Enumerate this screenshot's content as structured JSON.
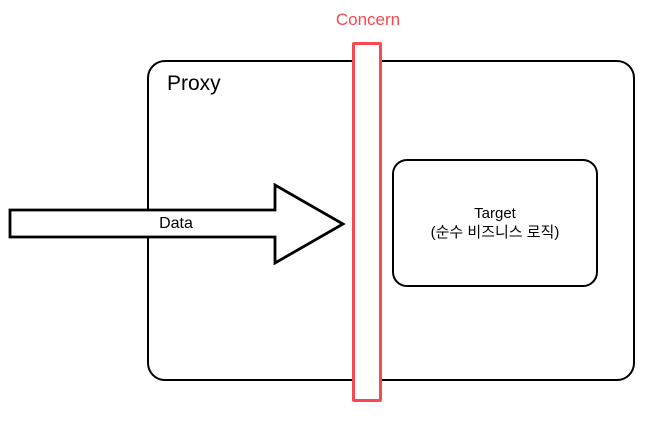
{
  "labels": {
    "concern": "Concern",
    "proxy": "Proxy",
    "target": "Target",
    "target_sub": "(순수 비즈니스 로직)",
    "data": "Data"
  },
  "colors": {
    "concern_red": "#f7494f",
    "outline_black": "#000000",
    "shape_fill": "#ffffff",
    "background": "#ffffff"
  }
}
